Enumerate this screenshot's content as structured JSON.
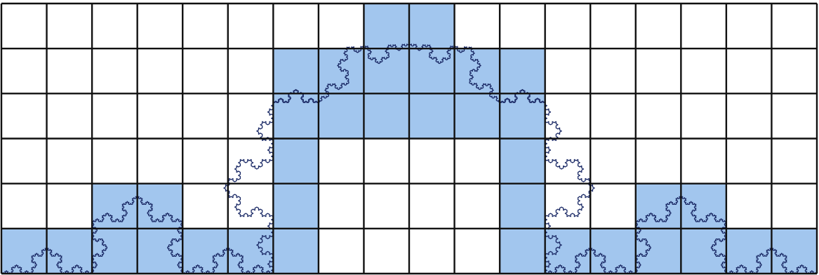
{
  "grid": {
    "rows": 6,
    "cols": 18,
    "fill_color": "#a2c6ee",
    "line_color": "#111111",
    "background": "#ffffff",
    "curve_color": "#1b2a66",
    "filled_cells": [
      [
        0,
        8
      ],
      [
        0,
        9
      ],
      [
        1,
        6
      ],
      [
        1,
        7
      ],
      [
        1,
        8
      ],
      [
        1,
        9
      ],
      [
        1,
        10
      ],
      [
        1,
        11
      ],
      [
        2,
        6
      ],
      [
        2,
        7
      ],
      [
        2,
        8
      ],
      [
        2,
        9
      ],
      [
        2,
        10
      ],
      [
        2,
        11
      ],
      [
        3,
        6
      ],
      [
        3,
        11
      ],
      [
        4,
        2
      ],
      [
        4,
        3
      ],
      [
        4,
        6
      ],
      [
        4,
        11
      ],
      [
        4,
        14
      ],
      [
        4,
        15
      ],
      [
        5,
        0
      ],
      [
        5,
        1
      ],
      [
        5,
        2
      ],
      [
        5,
        3
      ],
      [
        5,
        4
      ],
      [
        5,
        5
      ],
      [
        5,
        6
      ],
      [
        5,
        11
      ],
      [
        5,
        12
      ],
      [
        5,
        13
      ],
      [
        5,
        14
      ],
      [
        5,
        15
      ],
      [
        5,
        16
      ],
      [
        5,
        17
      ]
    ]
  },
  "curve": {
    "type": "koch-island-segments",
    "iterations": 4,
    "segments": [
      {
        "from": [
          0,
          6
        ],
        "to": [
          2,
          6
        ]
      },
      {
        "from": [
          2,
          6
        ],
        "to": [
          3,
          4.27
        ]
      },
      {
        "from": [
          3,
          4.27
        ],
        "to": [
          4,
          6
        ]
      },
      {
        "from": [
          4,
          6
        ],
        "to": [
          6,
          6
        ]
      },
      {
        "from": [
          6,
          6
        ],
        "to": [
          6,
          2.2
        ]
      },
      {
        "from": [
          6,
          2.2
        ],
        "to": [
          7,
          2.2
        ]
      },
      {
        "from": [
          7,
          2.2
        ],
        "to": [
          9,
          0.9
        ]
      },
      {
        "from": [
          9,
          0.9
        ],
        "to": [
          11,
          2.2
        ]
      },
      {
        "from": [
          11,
          2.2
        ],
        "to": [
          12,
          2.2
        ]
      },
      {
        "from": [
          12,
          2.2
        ],
        "to": [
          12,
          6
        ]
      },
      {
        "from": [
          12,
          6
        ],
        "to": [
          14,
          6
        ]
      },
      {
        "from": [
          14,
          6
        ],
        "to": [
          15,
          4.27
        ]
      },
      {
        "from": [
          15,
          4.27
        ],
        "to": [
          16,
          6
        ]
      },
      {
        "from": [
          16,
          6
        ],
        "to": [
          18,
          6
        ]
      }
    ]
  }
}
